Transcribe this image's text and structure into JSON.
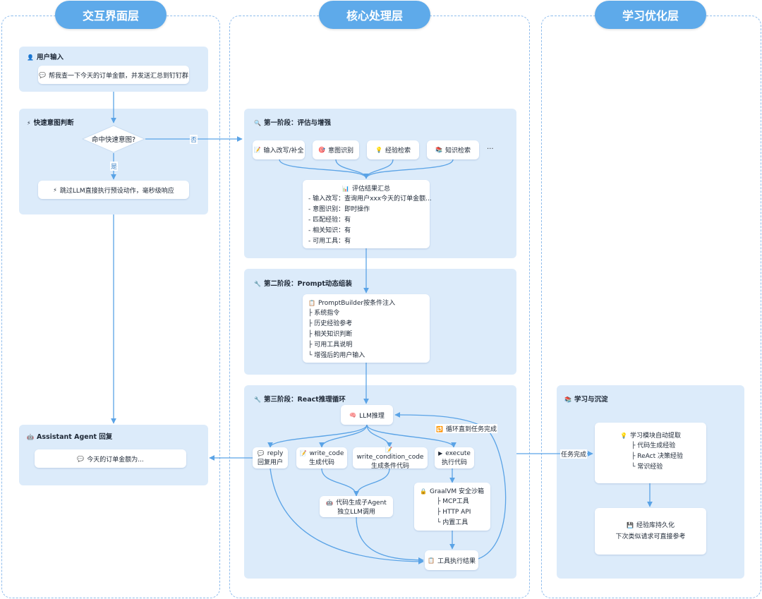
{
  "layers": {
    "left": "交互界面层",
    "center": "核心处理层",
    "right": "学习优化层"
  },
  "user_input": {
    "title": "用户输入",
    "title_icon": "user-icon",
    "text": "帮我查一下今天的订单金额，并发送汇总到钉钉群"
  },
  "quick_intent": {
    "title": "快速意图判断",
    "title_icon": "lightning-icon",
    "decision": "命中快速意图?",
    "no_label": "否",
    "yes_label": "是",
    "skip_text": "跳过LLM直接执行预设动作，毫秒级响应"
  },
  "assistant_reply": {
    "title": "Assistant Agent 回复",
    "title_icon": "robot-icon",
    "text": "今天的订单金额为..."
  },
  "stage1": {
    "title": "第一阶段：评估与增强",
    "title_icon": "magnifier-icon",
    "items": [
      {
        "icon": "memo-icon",
        "label": "输入改写/补全"
      },
      {
        "icon": "target-icon",
        "label": "意图识别"
      },
      {
        "icon": "bulb-icon",
        "label": "经验检索"
      },
      {
        "icon": "books-icon",
        "label": "知识检索"
      }
    ],
    "more": "···",
    "summary_title": "评估结果汇总",
    "summary_icon": "bar-chart-icon",
    "summary_lines": [
      "- 输入改写：查询用户xxx今天的订单金额...",
      "- 意图识别：即时操作",
      "- 匹配经验：有",
      "- 相关知识：有",
      "- 可用工具：有"
    ]
  },
  "stage2": {
    "title": "第二阶段：Prompt动态组装",
    "title_icon": "wrench-icon",
    "builder_title": "PromptBuilder按条件注入",
    "builder_icon": "clipboard-icon",
    "builder_lines": [
      "├ 系统指令",
      "├ 历史经验参考",
      "├ 相关知识判断",
      "├ 可用工具说明",
      "└ 增强后的用户输入"
    ]
  },
  "stage3": {
    "title": "第三阶段：React推理循环",
    "title_icon": "wrench-icon",
    "llm": "LLM推理",
    "llm_icon": "brain-icon",
    "loop_label": "循环直到任务完成",
    "loop_icon": "repeat-icon",
    "actions": [
      {
        "icon": "speech-icon",
        "name": "reply",
        "desc": "回复用户"
      },
      {
        "icon": "memo-icon",
        "name": "write_code",
        "desc": "生成代码"
      },
      {
        "icon": "memo-icon",
        "name": "write_condition_code",
        "desc": "生成条件代码"
      },
      {
        "icon": "play-icon",
        "name": "execute",
        "desc": "执行代码"
      }
    ],
    "subagent": {
      "icon": "robot-icon",
      "title": "代码生成子Agent",
      "desc": "独立LLM调用"
    },
    "sandbox": {
      "icon": "lock-icon",
      "title": "GraalVM 安全沙箱",
      "lines": [
        "├ MCP工具",
        "├ HTTP API",
        "└ 内置工具"
      ]
    },
    "result": "工具执行结果",
    "result_icon": "clipboard-icon"
  },
  "learning": {
    "title": "学习与沉淀",
    "title_icon": "books-icon",
    "task_done": "任务完成",
    "extract": {
      "icon": "bulb-icon",
      "title": "学习模块自动提取",
      "lines": [
        "├ 代码生成经验",
        "├ ReAct 决策经验",
        "└ 常识经验"
      ]
    },
    "persist": {
      "icon": "floppy-icon",
      "title": "经验库持久化",
      "desc": "下次类似请求可直接参考"
    }
  },
  "colors": {
    "accent": "#5eaaea",
    "section_bg": "#dcebfa",
    "arrow": "#5aa3e6",
    "border": "#8fbcec"
  }
}
